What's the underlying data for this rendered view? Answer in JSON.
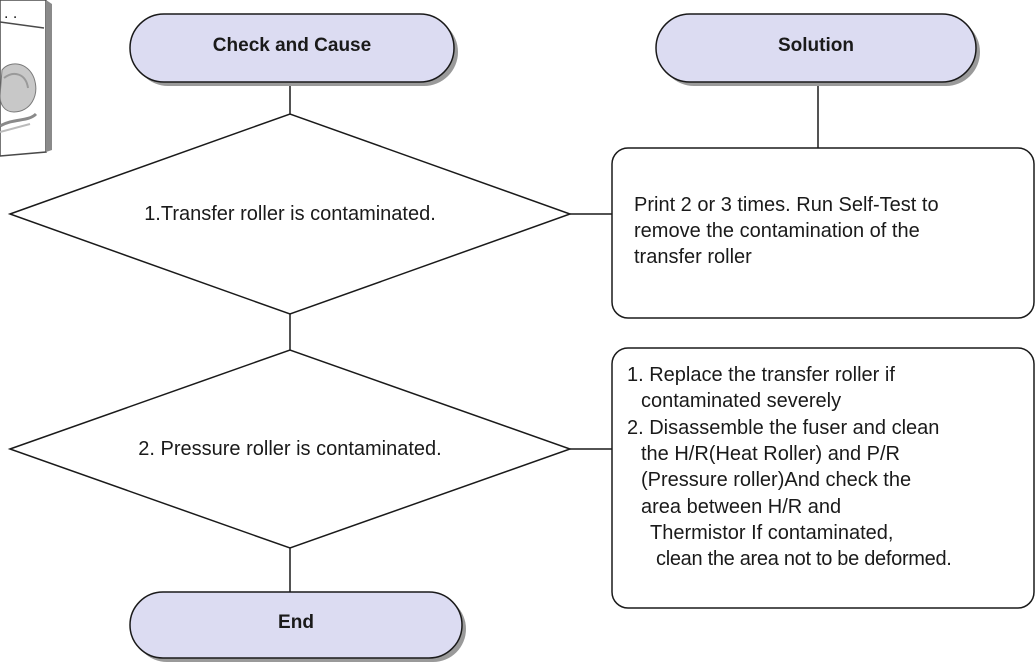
{
  "headers": {
    "left": "Check and Cause",
    "right": "Solution"
  },
  "decisions": [
    {
      "text": "1.Transfer roller is contaminated."
    },
    {
      "text": "2. Pressure roller is contaminated."
    }
  ],
  "solutions": [
    {
      "lines": [
        "Print 2 or 3 times. Run Self-Test to",
        "remove the contamination of the",
        "transfer roller"
      ]
    },
    {
      "lines": [
        "1. Replace the transfer roller if",
        "contaminated severely",
        "2. Disassemble the fuser and clean",
        "the H/R(Heat Roller) and P/R",
        "(Pressure roller)And check the",
        "area between H/R and",
        "Thermistor If contaminated,",
        "clean the area not to be deformed."
      ]
    }
  ],
  "end": "End",
  "colors": {
    "terminal_fill": "#dcdcf2",
    "stroke": "#1a1a1a",
    "shadow": "#9a9a9a"
  }
}
